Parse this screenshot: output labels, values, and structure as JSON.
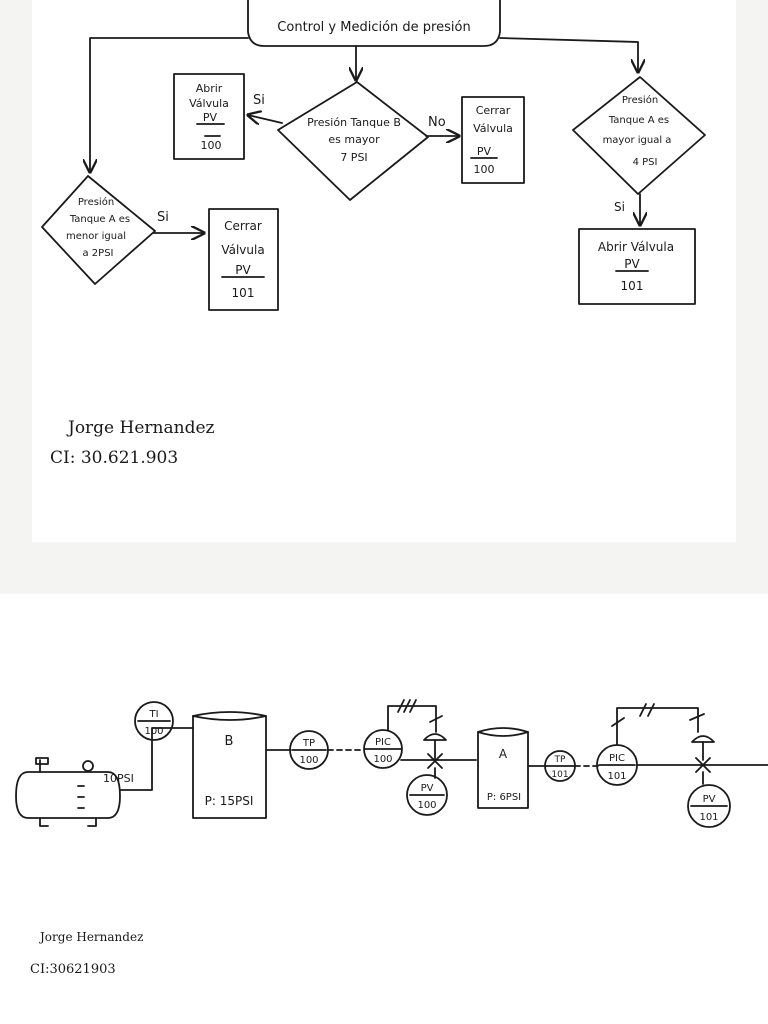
{
  "flowchart": {
    "title": "Control y Medición de presión",
    "decision_b": {
      "lines": [
        "Presión Tanque B",
        "es mayor",
        "7 PSI"
      ],
      "yes": "Si",
      "no": "No"
    },
    "decision_a_low": {
      "lines": [
        "Presión",
        "Tanque A es",
        "menor igual",
        "a 2PSI"
      ],
      "yes": "Si"
    },
    "decision_a_high": {
      "lines": [
        "Presión",
        "Tanque A es",
        "mayor igual a",
        "4 PSI"
      ],
      "yes": "Si"
    },
    "box_open_100": {
      "lines": [
        "Abrir",
        "Válvula",
        "PV",
        "100"
      ]
    },
    "box_close_100": {
      "lines": [
        "Cerrar",
        "Válvula",
        "PV",
        "100"
      ]
    },
    "box_close_101": {
      "lines": [
        "Cerrar",
        "Válvula",
        "PV",
        "101"
      ]
    },
    "box_open_101": {
      "lines": [
        "Abrir Válvula",
        "PV",
        "101"
      ]
    }
  },
  "signature_top": {
    "name": "Jorge Hernandez",
    "ci": "CI: 30.621.903"
  },
  "pid": {
    "compressor_pressure": "10PSI",
    "ti": [
      "TI",
      "100"
    ],
    "tank_b": {
      "label": "B",
      "pressure": "P: 15PSI"
    },
    "tp_100": [
      "TP",
      "100"
    ],
    "pic_100": [
      "PIC",
      "100"
    ],
    "pv_100": [
      "PV",
      "100"
    ],
    "tank_a": {
      "label": "A",
      "pressure": "P: 6PSI"
    },
    "tp_101": [
      "TP",
      "101"
    ],
    "pic_101": [
      "PIC",
      "101"
    ],
    "pv_101": [
      "PV",
      "101"
    ]
  },
  "signature_bottom": {
    "name": "Jorge Hernandez",
    "ci": "CI:30621903"
  }
}
